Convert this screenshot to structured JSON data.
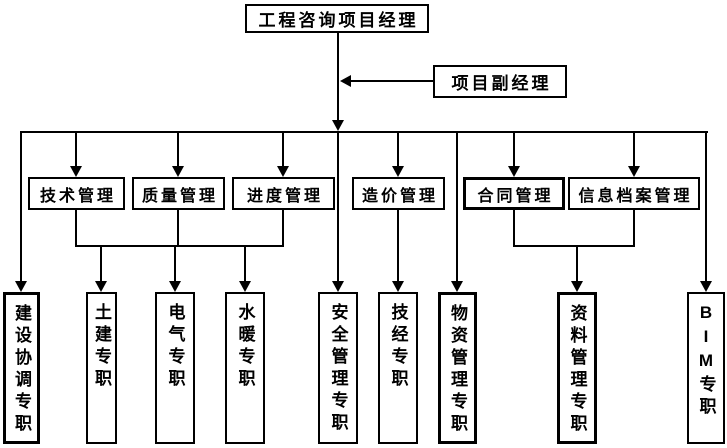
{
  "org_chart": {
    "root": {
      "label": "工程咨询项目经理"
    },
    "deputy": {
      "label": "项目副经理"
    },
    "departments": [
      {
        "label": "技术管理",
        "emphasis": false
      },
      {
        "label": "质量管理",
        "emphasis": false
      },
      {
        "label": "进度管理",
        "emphasis": false
      },
      {
        "label": "造价管理",
        "emphasis": false
      },
      {
        "label": "合同管理",
        "emphasis": true
      },
      {
        "label": "信息档案管理",
        "emphasis": false
      }
    ],
    "specialists": [
      {
        "label": "建设协调专职",
        "emphasis": true
      },
      {
        "label": "土建专职",
        "emphasis": false
      },
      {
        "label": "电气专职",
        "emphasis": false
      },
      {
        "label": "水暖专职",
        "emphasis": false
      },
      {
        "label": "安全管理专职",
        "emphasis": false
      },
      {
        "label": "技经专职",
        "emphasis": false
      },
      {
        "label": "物资管理专职",
        "emphasis": true
      },
      {
        "label": "资料管理专职",
        "emphasis": true
      },
      {
        "label": "BIM专职",
        "emphasis": false
      }
    ]
  },
  "colors": {
    "line": "#000000",
    "box_border": "#000000",
    "text": "#000000",
    "background": "#ffffff"
  }
}
